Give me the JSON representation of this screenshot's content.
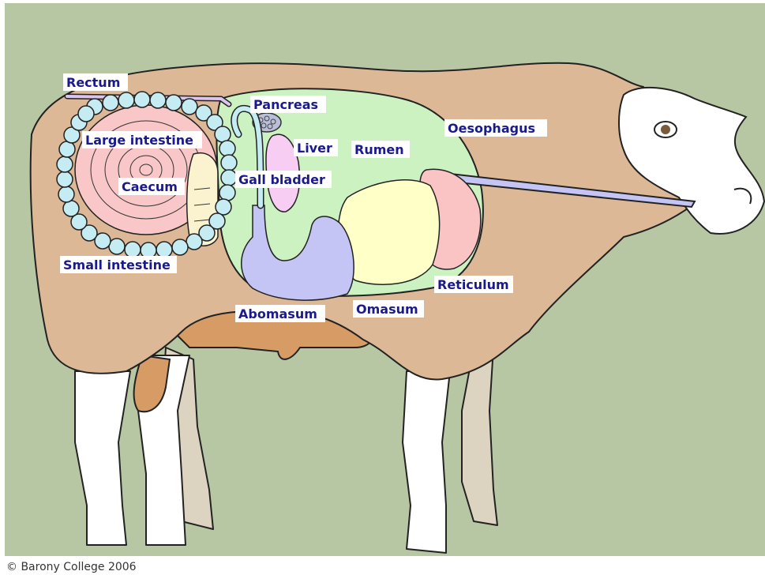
{
  "diagram": {
    "labels": {
      "rectum": "Rectum",
      "pancreas": "Pancreas",
      "large_intestine": "Large intestine",
      "liver": "Liver",
      "rumen": "Rumen",
      "oesophagus": "Oesophagus",
      "caecum": "Caecum",
      "gall_bladder": "Gall bladder",
      "small_intestine": "Small intestine",
      "reticulum": "Reticulum",
      "abomasum": "Abomasum",
      "omasum": "Omasum"
    },
    "credit": "© Barony College 2006"
  },
  "colors": {
    "background": "#b7c7a3",
    "body": "#dcb896",
    "udder": "#d79b66",
    "rumen": "#ccf2c2",
    "omasum": "#ffffc8",
    "reticulum": "#fbc4c4",
    "abomasum": "#c4c4f5",
    "liver": "#f8cdf3",
    "large_intestine": "#f9c7c7",
    "small_intestine": "#c5ebf3",
    "label_text": "#1a1a8c"
  }
}
